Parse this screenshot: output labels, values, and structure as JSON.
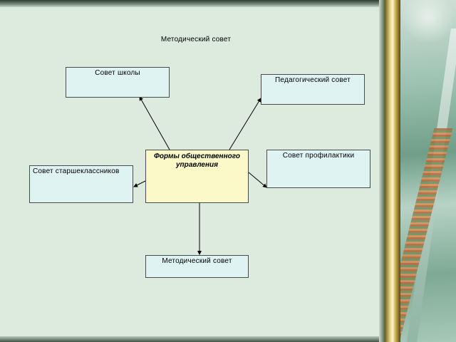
{
  "diagram": {
    "title": "Методический совет",
    "center": "Формы общественного управления",
    "nodes": {
      "school_council": "Совет  школы",
      "pedagogical_council": "Педагогический  совет",
      "senior_students_council": "Совет  старшеклассников",
      "prevention_council": "Совет  профилактики",
      "methodical_council": "Методический  совет"
    }
  },
  "colors": {
    "node_fill": "#dff3f3",
    "center_fill": "#fbf9c8",
    "slide_background": "#dcebdd"
  }
}
